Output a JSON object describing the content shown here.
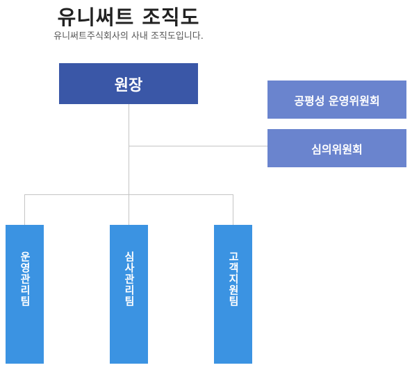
{
  "header": {
    "title": "유니써트 조직도",
    "subtitle": "유니써트주식회사의 사내 조직도입니다."
  },
  "org": {
    "director": "원장",
    "committees": [
      "공평성 운영위원회",
      "심의위원회"
    ],
    "teams": [
      "운영관리팀",
      "심사관리팀",
      "고객지원팀"
    ]
  },
  "colors": {
    "director": "#3a57a7",
    "committee": "#6a84ce",
    "team": "#3b93e2",
    "connector": "#c4c4c4"
  }
}
